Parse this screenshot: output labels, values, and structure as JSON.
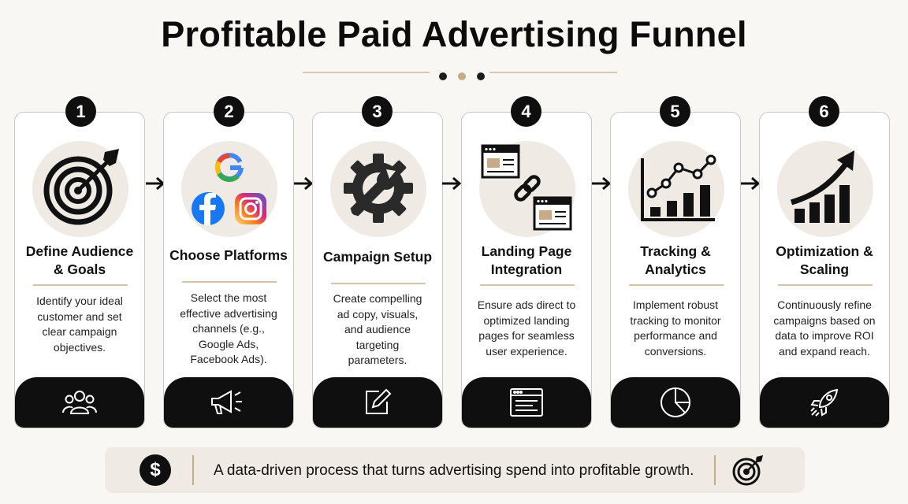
{
  "title": "Profitable Paid Advertising Funnel",
  "steps": [
    {
      "number": "1",
      "title_line1": "Define Audience",
      "title_line2": "& Goals",
      "desc": [
        "Identify your ideal",
        "customer and set",
        "clear campaign",
        "objectives."
      ],
      "icon": "target-icon",
      "footer_icon": "users-icon"
    },
    {
      "number": "2",
      "title_line1": "Choose Platforms",
      "title_line2": "",
      "desc": [
        "Select the most",
        "effective advertising",
        "channels (e.g.,",
        "Google Ads,",
        "Facebook Ads)."
      ],
      "icon": "social-platforms-icon",
      "footer_icon": "megaphone-icon"
    },
    {
      "number": "3",
      "title_line1": "Campaign Setup",
      "title_line2": "",
      "desc": [
        "Create compelling",
        "ad copy, visuals,",
        "and audience",
        "targeting",
        "parameters."
      ],
      "icon": "gear-wrench-icon",
      "footer_icon": "edit-icon"
    },
    {
      "number": "4",
      "title_line1": "Landing Page",
      "title_line2": "Integration",
      "desc": [
        "Ensure ads direct to",
        "optimized landing",
        "pages for seamless",
        "user experience."
      ],
      "icon": "linked-pages-icon",
      "footer_icon": "browser-window-icon"
    },
    {
      "number": "5",
      "title_line1": "Tracking &",
      "title_line2": "Analytics",
      "desc": [
        "Implement robust",
        "tracking to monitor",
        "performance and",
        "conversions."
      ],
      "icon": "line-bar-chart-icon",
      "footer_icon": "pie-chart-icon"
    },
    {
      "number": "6",
      "title_line1": "Optimization &",
      "title_line2": "Scaling",
      "desc": [
        "Continuously refine",
        "campaigns based on",
        "data to improve ROI",
        "and expand reach."
      ],
      "icon": "growth-arrow-icon",
      "footer_icon": "rocket-icon"
    }
  ],
  "banner": {
    "symbol": "$",
    "text": "A data-driven process that turns advertising spend into profitable growth.",
    "icon": "target-icon"
  },
  "colors": {
    "accent": "#c4ab8a",
    "dark": "#0f0f0f",
    "circle_bg": "#efebe4",
    "google_blue": "#4285F4",
    "google_red": "#EA4335",
    "google_yellow": "#FBBC05",
    "google_green": "#34A853",
    "facebook_blue": "#1877F2"
  }
}
